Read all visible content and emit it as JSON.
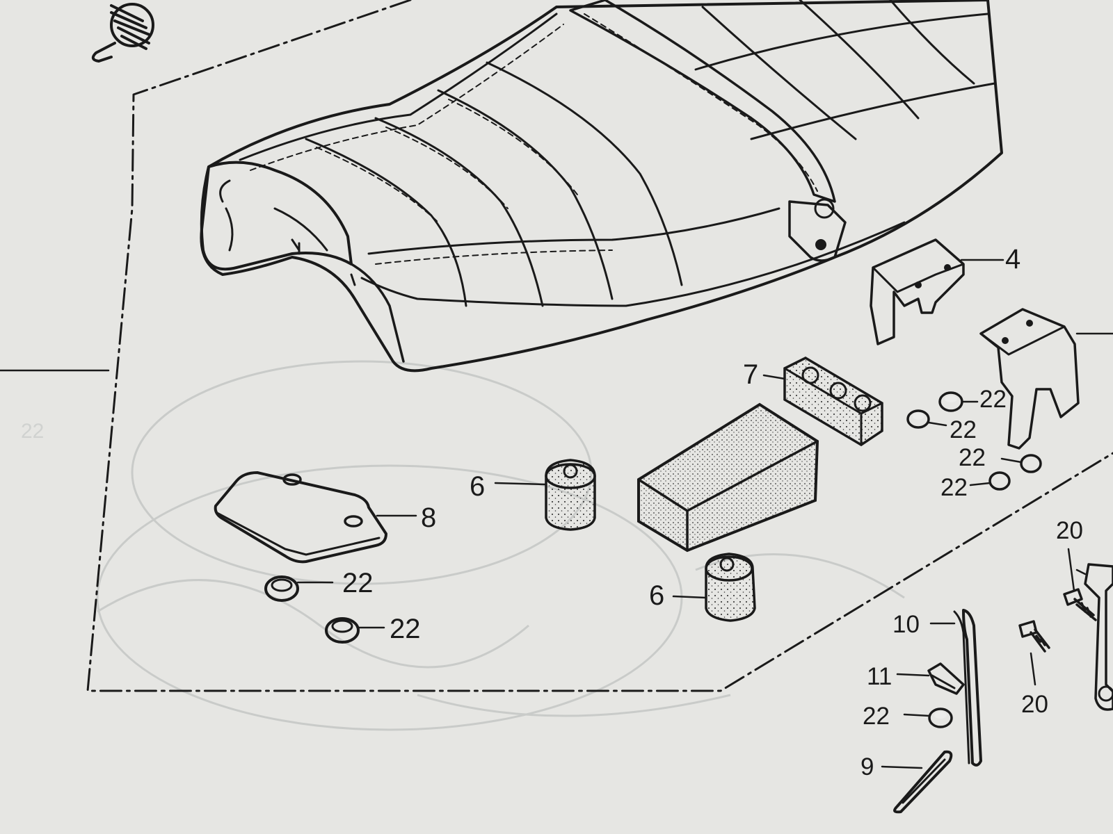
{
  "diagram": {
    "parts": {
      "p4": "4",
      "p6a": "6",
      "p6b": "6",
      "p7": "7",
      "p8": "8",
      "p9": "9",
      "p10": "10",
      "p11": "11",
      "p20a": "20",
      "p20b": "20",
      "p22a": "22",
      "p22b": "22",
      "p22c": "22",
      "p22d": "22",
      "p22e": "22",
      "p22f": "22",
      "p22g": "22"
    }
  },
  "colors": {
    "paper": "#e6e6e3",
    "ink": "#1a1a1a",
    "ghost_print": "#c9cbc9"
  }
}
